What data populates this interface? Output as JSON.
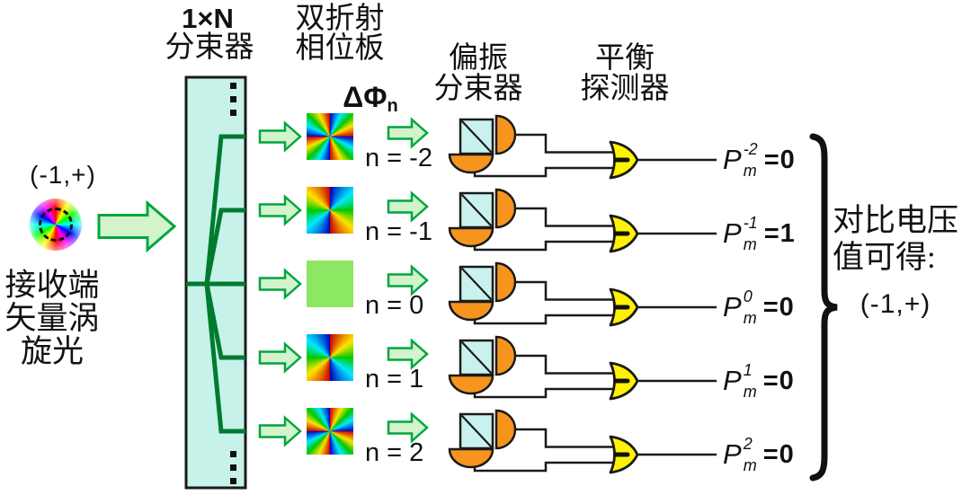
{
  "colors": {
    "arrow_fill": "#d2f3cb",
    "arrow_stroke": "#00a63f",
    "splitter_fill": "#c6f2ea",
    "fan_line": "#007b2e",
    "pbs_fill": "#c9f2ef",
    "photodiode_orange": "#f7941e",
    "detector_yellow": "#fff200",
    "outline_black": "#1a1a1a",
    "plate_n0_green": "#8ce763"
  },
  "headers": {
    "splitter_line1": "1×N",
    "splitter_line2": "分束器",
    "waveplate_line1": "双折射",
    "waveplate_line2": "相位板",
    "phase_base": "ΔΦ",
    "phase_sub": "n",
    "pbs_line1": "偏振",
    "pbs_line2": "分束器",
    "detector_line1": "平衡",
    "detector_line2": "探测器"
  },
  "input": {
    "state_label": "(-1,+)",
    "caption_line1": "接收端",
    "caption_line2": "矢量涡",
    "caption_line3": "旋光"
  },
  "result": {
    "line1": "对比电压",
    "line2": "值可得:",
    "value": "(-1,+)"
  },
  "channels": [
    {
      "n_label": "n = -2",
      "p_base": "P",
      "p_sup": "-2",
      "p_sub": "m",
      "p_value": "=0"
    },
    {
      "n_label": "n = -1",
      "p_base": "P",
      "p_sup": "-1",
      "p_sub": "m",
      "p_value": "=1"
    },
    {
      "n_label": "n = 0",
      "p_base": "P",
      "p_sup": "0",
      "p_sub": "m",
      "p_value": "=0"
    },
    {
      "n_label": "n = 1",
      "p_base": "P",
      "p_sup": "1",
      "p_sub": "m",
      "p_value": "=0"
    },
    {
      "n_label": "n = 2",
      "p_base": "P",
      "p_sup": "2",
      "p_sub": "m",
      "p_value": "=0"
    }
  ]
}
